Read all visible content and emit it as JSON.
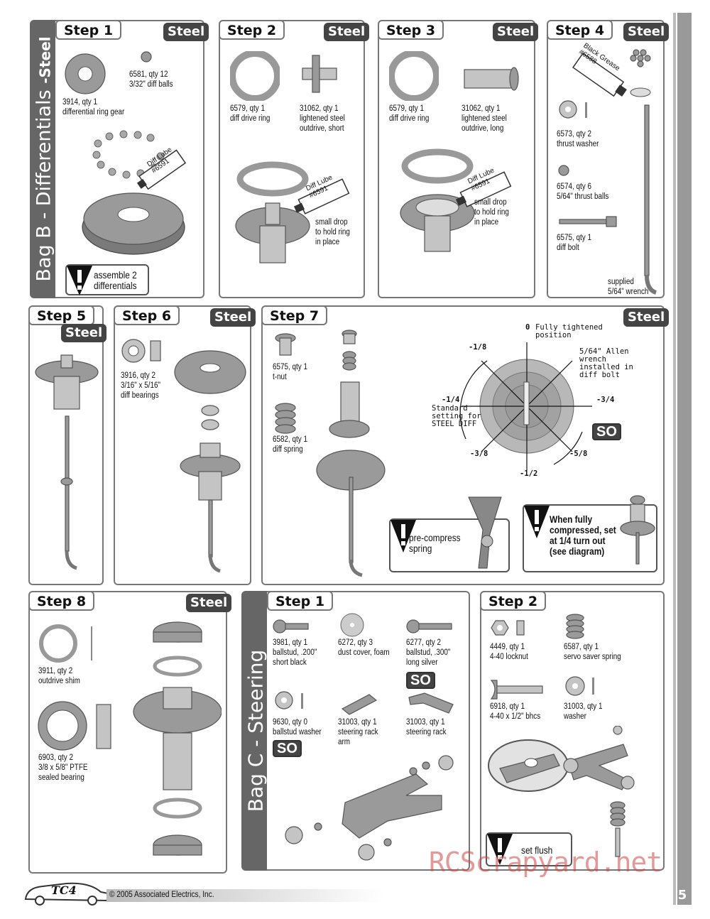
{
  "page_number": "5",
  "footer": {
    "copyright": "© 2005 Associated Electrics, Inc.",
    "logo": "TC4"
  },
  "watermark": "RCScrapyard.net",
  "sections": {
    "bag_b": {
      "title": "Bag B - Differentials",
      "subtitle": "-Steel"
    },
    "bag_c": {
      "title": "Bag C - Steering"
    }
  },
  "steel_badge": "Steel",
  "so_badge": "SO",
  "bag_b_steps": {
    "step1": {
      "tab": "Step 1",
      "p1": "3914, qty 1\ndifferential ring gear",
      "p2": "6581, qty 12\n3/32\" diff balls",
      "lube": "Diff Lube\n#6591",
      "warn": "assemble 2\ndifferentials"
    },
    "step2": {
      "tab": "Step 2",
      "p1": "6579, qty 1\ndiff drive ring",
      "p2": "31062, qty 1\nlightened steel\noutdrive, short",
      "lube": "Diff Lube\n#6591",
      "note": "small drop\nto hold ring\nin place"
    },
    "step3": {
      "tab": "Step 3",
      "p1": "6579, qty 1\ndiff drive ring",
      "p2": "31062, qty 1\nlightened steel\noutdrive, long",
      "lube": "Diff Lube\n#6591",
      "note": "small drop\nto hold ring\nin place"
    },
    "step4": {
      "tab": "Step 4",
      "grease": "Black Grease\n#6588",
      "p1": "6573, qty 2\nthrust washer",
      "p2": "6574, qty 6\n5/64\" thrust balls",
      "p3": "6575, qty 1\ndiff bolt",
      "p4": "supplied\n5/64\" wrench"
    },
    "step5": {
      "tab": "Step 5"
    },
    "step6": {
      "tab": "Step 6",
      "p1": "3916, qty 2\n3/16\" x 5/16\"\ndiff bearings"
    },
    "step7": {
      "tab": "Step 7",
      "p1": "6575, qty 1\nt-nut",
      "p2": "6582, qty 1\ndiff spring",
      "warn1": "pre-compress\nspring",
      "warn2": "When fully\ncompressed, set\nat 1/4 turn out\n(see diagram)",
      "diagram": {
        "zero": "0",
        "zero_label": "Fully tightened\nposition",
        "allen": "5/64\" Allen\nwrench\ninstalled in\ndiff bolt",
        "standard": "Standard\nsetting for\nSTEEL DIFF",
        "m18": "-1/8",
        "m14": "-1/4",
        "m38": "-3/8",
        "m12": "-1/2",
        "m58": "-5/8",
        "m34": "-3/4"
      }
    },
    "step8": {
      "tab": "Step 8",
      "p1": "3911, qty 2\noutdrive shim",
      "p2": "6903, qty 2\n3/8 x 5/8\" PTFE\nsealed bearing"
    }
  },
  "bag_c_steps": {
    "step1": {
      "tab": "Step 1",
      "p1": "3981, qty 1\nballstud, .200\"\nshort black",
      "p2": "6272, qty 3\ndust cover, foam",
      "p3": "6277, qty 2\nballstud, .300\"\nlong silver",
      "p4": "9630, qty 0\nballstud washer",
      "p5": "31003, qty 1\nsteering rack\narm",
      "p6": "31003, qty 1\nsteering rack"
    },
    "step2": {
      "tab": "Step 2",
      "p1": "4449, qty 1\n4-40 locknut",
      "p2": "6587, qty 1\nservo saver spring",
      "p3": "6918, qty 1\n4-40 x 1/2\" bhcs",
      "p4": "31003, qty 1\nwasher",
      "warn": "set flush"
    }
  }
}
